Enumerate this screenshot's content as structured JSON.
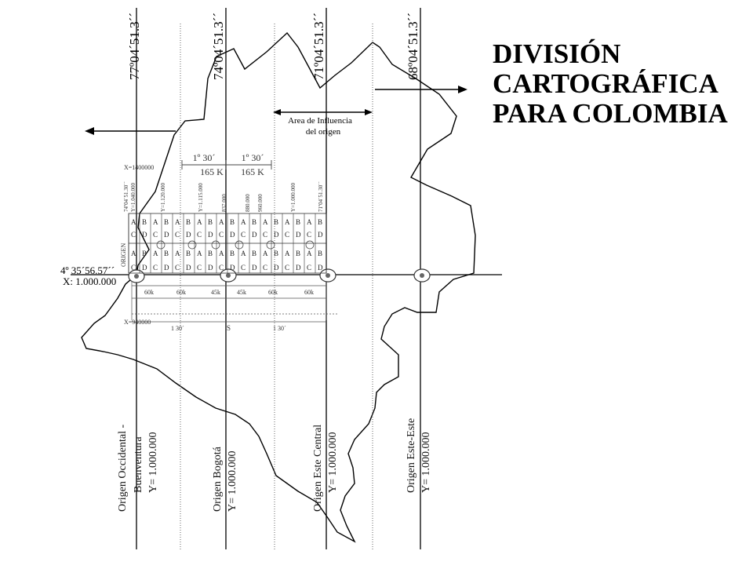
{
  "title": {
    "line1": "DIVISIÓN",
    "line2": "CARTOGRÁFICA",
    "line3": "PARA COLOMBIA"
  },
  "meridians": [
    {
      "label": "77º04´51.3´´",
      "origin_name": "Origen Occidental -",
      "origin_name_2": "Buenventura",
      "origin_y": "Y= 1.000.000"
    },
    {
      "label": "74º04´51.3´´",
      "origin_name": "Origen Bogotá",
      "origin_y": "Y= 1.000.000"
    },
    {
      "label": "71º04´51.3´´",
      "origin_name": "Origen Este Central",
      "origin_y": "Y= 1.000.000"
    },
    {
      "label": "68º04´51.3´´",
      "origin_name": "Origen Este-Este",
      "origin_y": "Y= 1.000.000"
    }
  ],
  "influence_area": {
    "line1": "Area de Influencia",
    "line2": "del origen"
  },
  "zone_widths": {
    "left_angle": "1º 30´",
    "right_angle": "1º 30´",
    "left_dist": "165 K",
    "right_dist": "165 K"
  },
  "latitude": {
    "label": "4º 35´56.57´´",
    "x_value": "X: 1.000.000"
  },
  "grid_labels": {
    "x_top": "X=1400000",
    "x_bottom": "X=940000",
    "origen": "ORIGEN",
    "y_vals": [
      "Y=1.040.000",
      "Y=1.120.000",
      "Y=1.115.000",
      "837.000",
      "880.000",
      "960.000",
      "Y=1.000.000"
    ],
    "corner_left": "74º04´51.30´´",
    "corner_right": "71º04´51.30´´",
    "spacing": [
      "60k",
      "60k",
      "45k",
      "45k",
      "60k",
      "60k"
    ],
    "bottom_angle_left": "1 30´",
    "bottom_angle_right": "1 30´",
    "bottom_s": "S"
  },
  "sheet_letters": [
    "A",
    "B",
    "C",
    "D"
  ]
}
